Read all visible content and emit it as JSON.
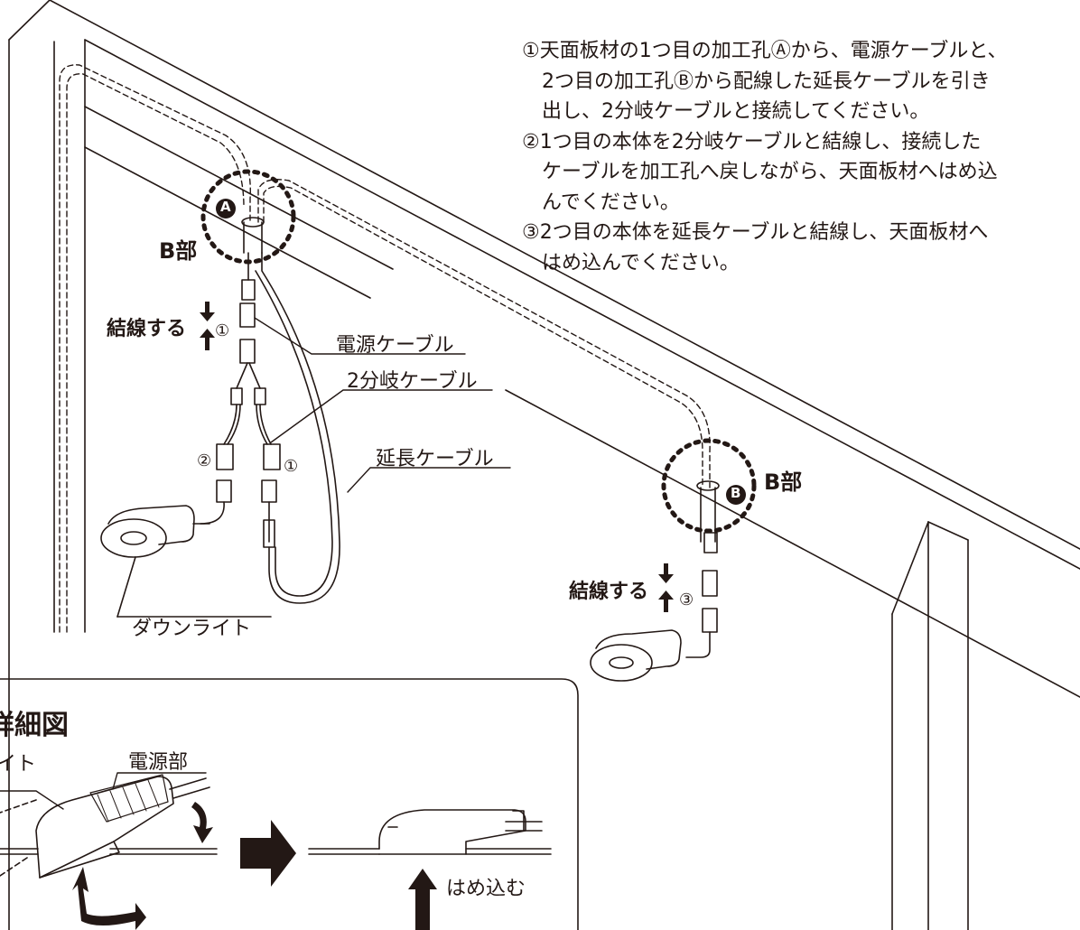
{
  "instructions": [
    "①天面板材の1つ目の加工孔Ⓐから、電源ケーブルと、",
    "2つ目の加工孔Ⓑから配線した延長ケーブルを引き",
    "出し、2分岐ケーブルと接続してください。",
    "②1つ目の本体を2分岐ケーブルと結線し、接続した",
    "ケーブルを加工孔へ戻しながら、天面板材へはめ込",
    "んでください。",
    "③2つ目の本体を延長ケーブルと結線し、天面板材へ",
    "はめ込んでください。"
  ],
  "labels": {
    "hole_a": "A",
    "hole_b": "B",
    "part_b_left": "B部",
    "part_b_right": "B部",
    "connect_left": "結線する",
    "connect_right": "結線する",
    "power_cable": "電源ケーブル",
    "split_cable": "2分岐ケーブル",
    "extension_cable": "延長ケーブル",
    "downlight": "ダウンライト",
    "num1_top": "①",
    "num2": "②",
    "num1_right": "①",
    "num3": "③"
  },
  "detail": {
    "title": "詳細図",
    "downlight_fragment": "イト",
    "power_unit": "電源部",
    "insert": "はめ込む"
  },
  "colors": {
    "ink": "#231815",
    "background": "#ffffff"
  }
}
